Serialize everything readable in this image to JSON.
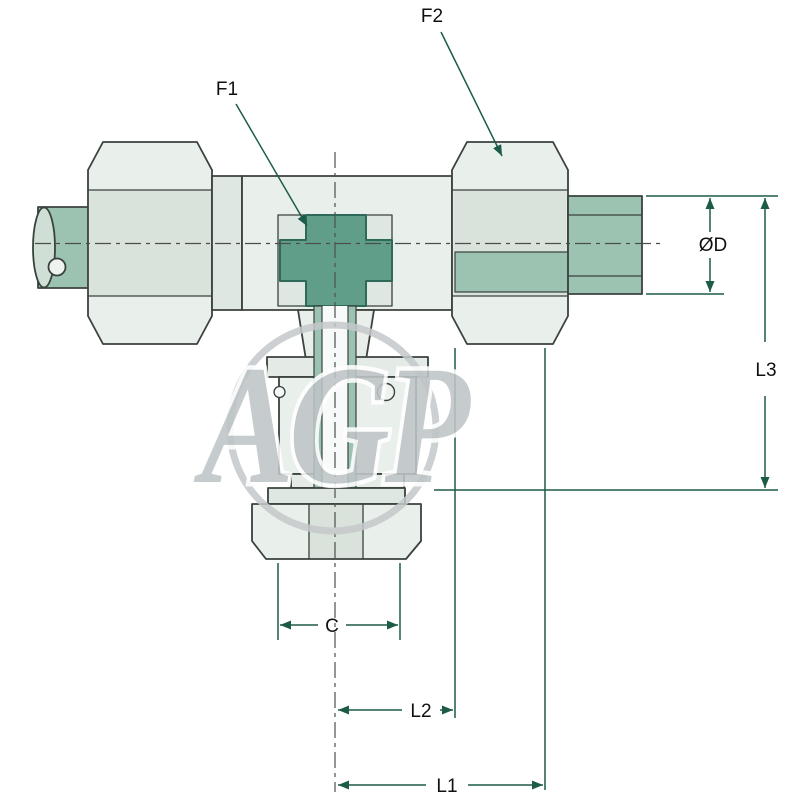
{
  "diagram": {
    "watermark": "AGP",
    "labels": {
      "f1": "F1",
      "f2": "F2",
      "diameter": "ØD",
      "l3": "L3",
      "c": "C",
      "l2": "L2",
      "l1": "L1"
    },
    "colors": {
      "body": "#e9efeb",
      "body_shade": "#d9e2db",
      "collar": "#dfe7e2",
      "accent": "#9cc3b2",
      "accent_dark": "#619e89",
      "outline": "#3a423e",
      "dimension_line": "#1d5b49",
      "watermark_gray": "#bfc5c7"
    }
  }
}
